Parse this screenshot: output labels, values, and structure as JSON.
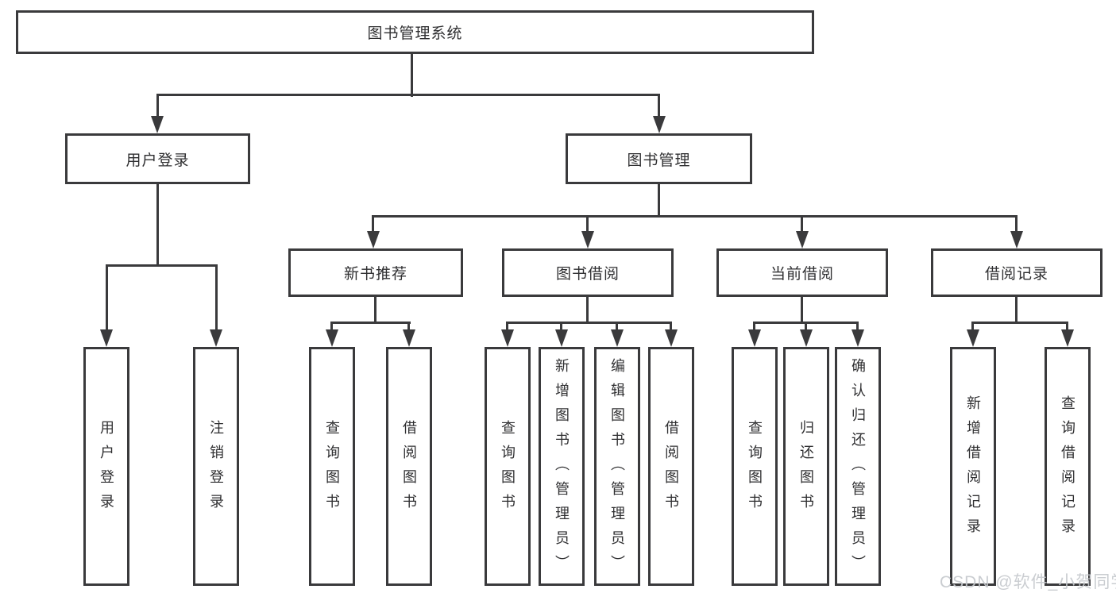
{
  "diagram": {
    "root": {
      "label": "图书管理系统"
    },
    "level2": {
      "user_login": {
        "label": "用户登录"
      },
      "book_mgmt": {
        "label": "图书管理"
      }
    },
    "level3": {
      "new_book_rec": {
        "label": "新书推荐"
      },
      "book_borrow": {
        "label": "图书借阅"
      },
      "current_borrow": {
        "label": "当前借阅"
      },
      "borrow_record": {
        "label": "借阅记录"
      }
    },
    "leaves": {
      "user_login": {
        "label": "用户登录"
      },
      "logout": {
        "label": "注销登录"
      },
      "nb_query_book": {
        "label": "查询图书"
      },
      "nb_borrow_book": {
        "label": "借阅图书"
      },
      "bb_query_book": {
        "label": "查询图书"
      },
      "bb_add_book": {
        "label": "新增图书（管理员）"
      },
      "bb_edit_book": {
        "label": "编辑图书（管理员）"
      },
      "bb_borrow_book": {
        "label": "借阅图书"
      },
      "cb_query_book": {
        "label": "查询图书"
      },
      "cb_return_book": {
        "label": "归还图书"
      },
      "cb_confirm_return": {
        "label": "确认归还（管理员）"
      },
      "br_add_record": {
        "label": "新增借阅记录"
      },
      "br_query_record": {
        "label": "查询借阅记录"
      }
    }
  },
  "watermark": {
    "text": "CSDN @软件_小贺同学"
  },
  "colors": {
    "line": "#3a3a3c",
    "text": "#2f2f31",
    "watermark": "#c5c9cd",
    "background": "#ffffff"
  }
}
